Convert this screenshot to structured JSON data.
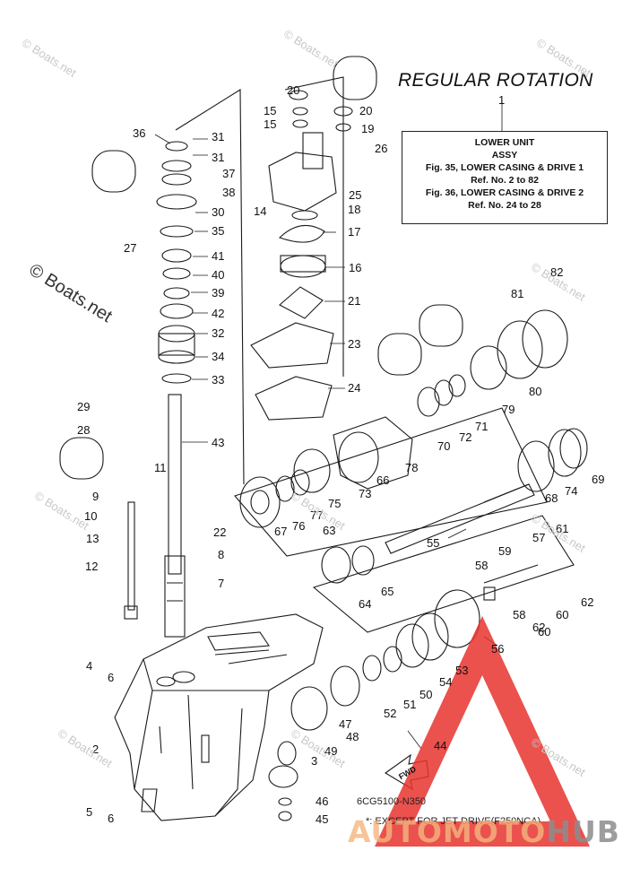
{
  "header": {
    "title": "REGULAR ROTATION",
    "ref_number": "1"
  },
  "info_box": {
    "line1": "LOWER UNIT",
    "line2": "ASSY",
    "line3": "Fig. 35, LOWER CASING & DRIVE 1",
    "line4": "Ref. No. 2 to 82",
    "line5": "Fig. 36, LOWER CASING & DRIVE 2",
    "line6": "Ref. No. 24 to 28"
  },
  "footer": {
    "diagram_code": "6CG5100-N350",
    "note": "*: EXCEPT FOR JET DRIVE(F250NCA)",
    "brand_part1": "AUTOMOTO",
    "brand_part2": "HUB"
  },
  "watermark": {
    "small": "© Boats.net",
    "large": "© Boats.net"
  },
  "fwd_label": "FWD",
  "callouts": [
    "2",
    "3",
    "4",
    "5",
    "6",
    "6",
    "7",
    "8",
    "9",
    "10",
    "11",
    "12",
    "13",
    "14",
    "15",
    "15",
    "16",
    "17",
    "18",
    "19",
    "20",
    "20",
    "21",
    "22",
    "23",
    "24",
    "25",
    "26",
    "27",
    "28",
    "29",
    "30",
    "31",
    "31",
    "32",
    "33",
    "34",
    "35",
    "36",
    "37",
    "38",
    "39",
    "40",
    "41",
    "42",
    "43",
    "44",
    "45",
    "46",
    "47",
    "48",
    "49",
    "50",
    "51",
    "52",
    "53",
    "54",
    "55",
    "56",
    "57",
    "58",
    "58",
    "59",
    "60",
    "60",
    "61",
    "62",
    "62",
    "63",
    "64",
    "65",
    "66",
    "67",
    "68",
    "69",
    "70",
    "71",
    "72",
    "73",
    "74",
    "75",
    "76",
    "77",
    "78",
    "79",
    "80",
    "81",
    "82"
  ],
  "colors": {
    "line": "#1a1a1a",
    "triangle": "#e8322e",
    "brand_orange": "#f4b680",
    "brand_gray": "#8d8d8d"
  }
}
